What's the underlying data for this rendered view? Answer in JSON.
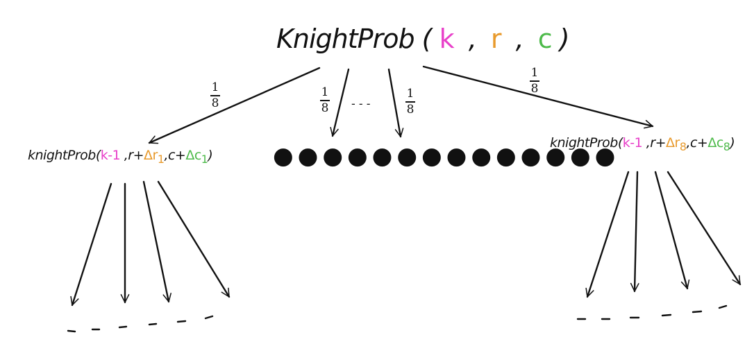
{
  "root": {
    "func": "KnightProb",
    "open": "(",
    "k": "k",
    "r": "r",
    "c": "c",
    "comma": ",",
    "close": ")"
  },
  "child_left": {
    "func": "knightProb",
    "open": "(",
    "k": "k-1",
    "r_prefix": ",r+",
    "r_delta": "Δr",
    "r_sub": "1",
    "c_prefix": ",c+",
    "c_delta": "Δc",
    "c_sub": "1",
    "close": ")"
  },
  "child_right": {
    "func": "knightProb",
    "open": "(",
    "k": "k-1",
    "r_prefix": ",r+",
    "r_delta": "Δr",
    "r_sub": "8",
    "c_prefix": ",c+",
    "c_delta": "Δc",
    "c_sub": "8",
    "close": ")"
  },
  "probabilities": [
    {
      "num": "1",
      "den": "8"
    },
    {
      "num": "1",
      "den": "8"
    },
    {
      "num": "1",
      "den": "8"
    },
    {
      "num": "1",
      "den": "8"
    }
  ],
  "middle_ellipsis": "- - -",
  "dots": "●●●●●●●●●●●●●●",
  "colors": {
    "k": "#e83fc9",
    "r": "#e89a2c",
    "c": "#4dba4a",
    "ink": "#111111"
  }
}
